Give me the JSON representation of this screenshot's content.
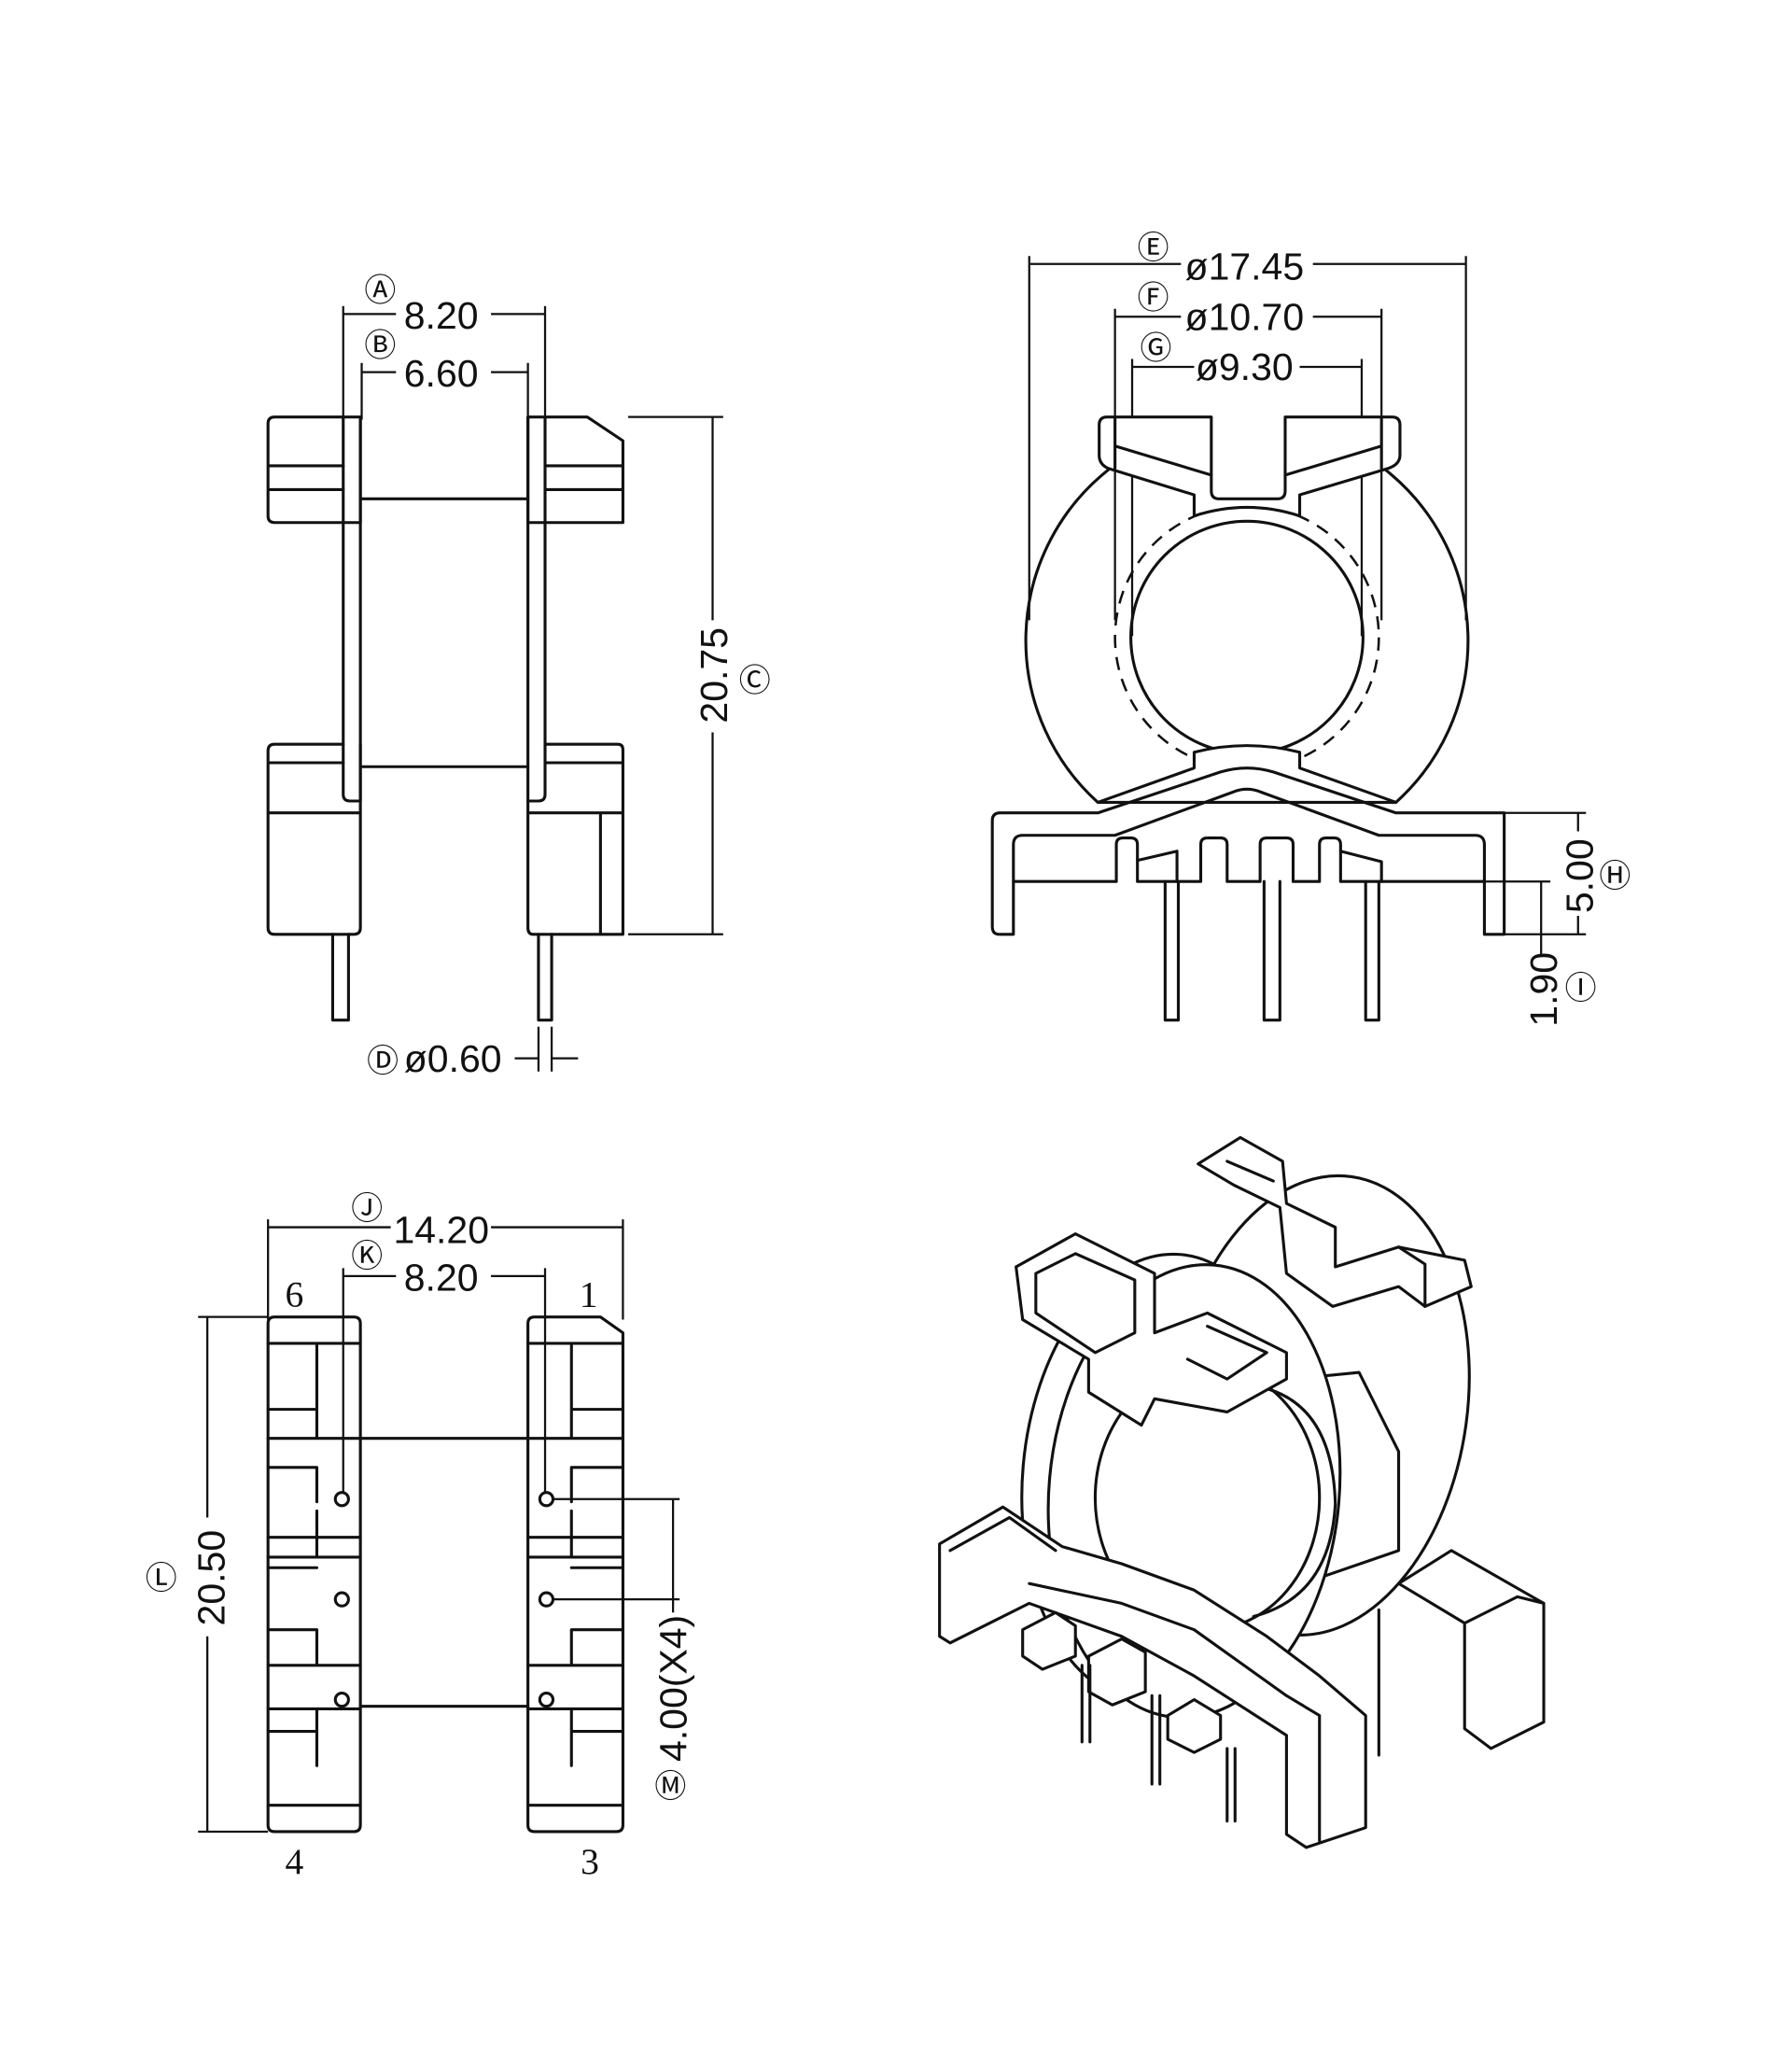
{
  "drawing": {
    "side_view": {
      "dim_a": {
        "tag": "Ⓐ",
        "value": "8.20"
      },
      "dim_b": {
        "tag": "Ⓑ",
        "value": "6.60"
      },
      "dim_c": {
        "tag": "Ⓒ",
        "value": "20.75"
      },
      "dim_d": {
        "tag": "Ⓓ",
        "value": "ø0.60"
      }
    },
    "front_view": {
      "dim_e": {
        "tag": "Ⓔ",
        "value": "ø17.45"
      },
      "dim_f": {
        "tag": "Ⓕ",
        "value": "ø10.70"
      },
      "dim_g": {
        "tag": "Ⓖ",
        "value": "ø9.30"
      },
      "dim_h": {
        "tag": "Ⓗ",
        "value": "5.00"
      },
      "dim_i": {
        "tag": "Ⓘ",
        "value": "1.90"
      }
    },
    "bottom_view": {
      "dim_j": {
        "tag": "Ⓙ",
        "value": "14.20"
      },
      "dim_k": {
        "tag": "Ⓚ",
        "value": "8.20"
      },
      "dim_l": {
        "tag": "Ⓛ",
        "value": "20.50"
      },
      "dim_m": {
        "tag": "Ⓜ",
        "value": "4.00(X4)"
      },
      "pins": {
        "top_left": "6",
        "top_right": "1",
        "bottom_left": "4",
        "bottom_right": "3"
      }
    }
  }
}
